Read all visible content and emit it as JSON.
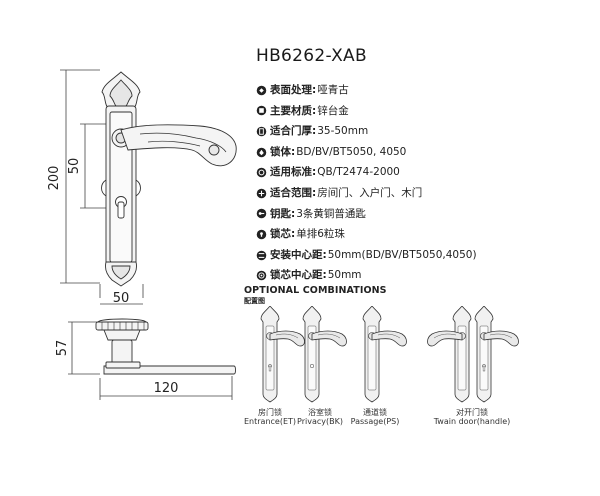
{
  "model": "HB6262-XAB",
  "specs": [
    {
      "icon": "surface-icon",
      "label": "表面处理:",
      "value": "哑青古"
    },
    {
      "icon": "material-icon",
      "label": "主要材质:",
      "value": "锌台金"
    },
    {
      "icon": "door-icon",
      "label": "适合门厚:",
      "value": "35-50mm"
    },
    {
      "icon": "lock-body-icon",
      "label": "锁体:",
      "value": "BD/BV/BT5050, 4050"
    },
    {
      "icon": "standard-icon",
      "label": "适用标准:",
      "value": "QB/T2474-2000"
    },
    {
      "icon": "range-icon",
      "label": "适合范围:",
      "value": "房间门、入户门、木门"
    },
    {
      "icon": "key-icon",
      "label": "钥匙:",
      "value": "3条黄铜普通匙"
    },
    {
      "icon": "cylinder-icon",
      "label": "锁芯:",
      "value": "单排6粒珠"
    },
    {
      "icon": "center-distance-icon",
      "label": "安装中心距:",
      "value": "50mm(BD/BV/BT5050,4050)"
    },
    {
      "icon": "cylinder-distance-icon",
      "label": "锁芯中心距:",
      "value": "50mm"
    }
  ],
  "dimensions": {
    "total_height": "200",
    "center_distance": "50",
    "plate_width": "50",
    "projection": "57",
    "lever_length": "120"
  },
  "optional": {
    "title": "OPTIONAL COMBINATIONS",
    "subtitle": "配置图"
  },
  "combinations": [
    {
      "cn": "房门锁",
      "en": "Entrance(ET)"
    },
    {
      "cn": "浴室锁",
      "en": "Privacy(BK)"
    },
    {
      "cn": "通道锁",
      "en": "Passage(PS)"
    },
    {
      "cn": "对开门锁",
      "en": "Twain door(handle)"
    }
  ]
}
